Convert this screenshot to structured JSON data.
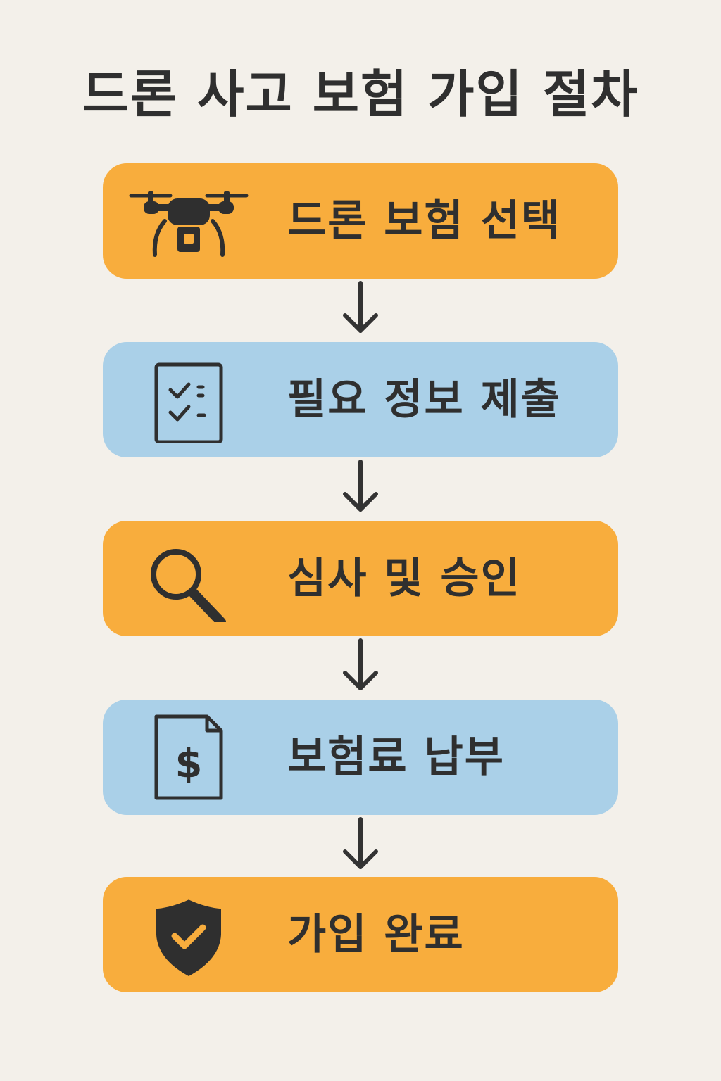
{
  "title": "드론 사고 보험 가입 절차",
  "steps": [
    {
      "label": "드론 보험 선택",
      "icon": "drone-icon",
      "color": "#f8ad3d"
    },
    {
      "label": "필요 정보 제출",
      "icon": "checklist-icon",
      "color": "#aad0e8"
    },
    {
      "label": "심사 및 승인",
      "icon": "magnifier-icon",
      "color": "#f8ad3d"
    },
    {
      "label": "보험료 납부",
      "icon": "dollar-document-icon",
      "color": "#aad0e8"
    },
    {
      "label": "가입 완료",
      "icon": "shield-check-icon",
      "color": "#f8ad3d"
    }
  ],
  "colors": {
    "background": "#f3f0ea",
    "orange": "#f8ad3d",
    "blue": "#aad0e8",
    "ink": "#2f2f2f"
  }
}
